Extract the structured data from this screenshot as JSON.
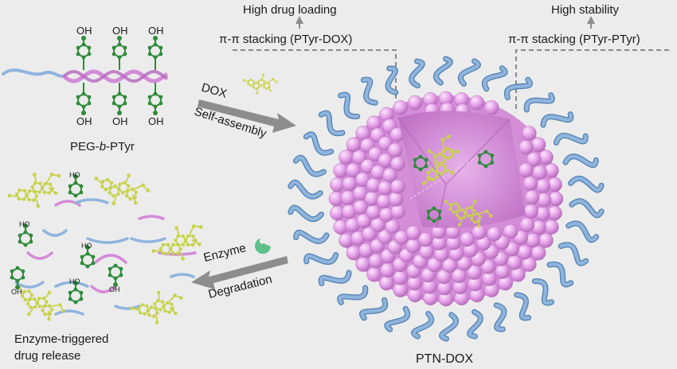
{
  "labels": {
    "high_drug_loading": "High drug loading",
    "high_stability": "High stability",
    "stacking_dox": "π-π stacking (PTyr-DOX)",
    "stacking_ptyr": "π-π stacking (PTyr-PTyr)",
    "polymer_prefix": "PEG-",
    "polymer_b": "b",
    "polymer_suffix": "-PTyr",
    "dox": "DOX",
    "self_assembly": "Self-assembly",
    "enzyme": "Enzyme",
    "degradation": "Degradation",
    "release_line1": "Enzyme-triggered",
    "release_line2": "drug release",
    "micelle": "PTN-DOX",
    "oh": "OH",
    "ho": "HO"
  },
  "colors": {
    "background": "#ececec",
    "peg_chain": "#8fb4de",
    "ptyr_helix": "#d38bd8",
    "phenol_green": "#2e8b3a",
    "dox_yellow": "#c8d24a",
    "micelle_shell": "#e6a2ea",
    "micelle_core": "#c978cc",
    "enzyme_green": "#5fc08a",
    "arrow_gray": "#8d8d8d",
    "dashed_gray": "#8a8a8a"
  }
}
